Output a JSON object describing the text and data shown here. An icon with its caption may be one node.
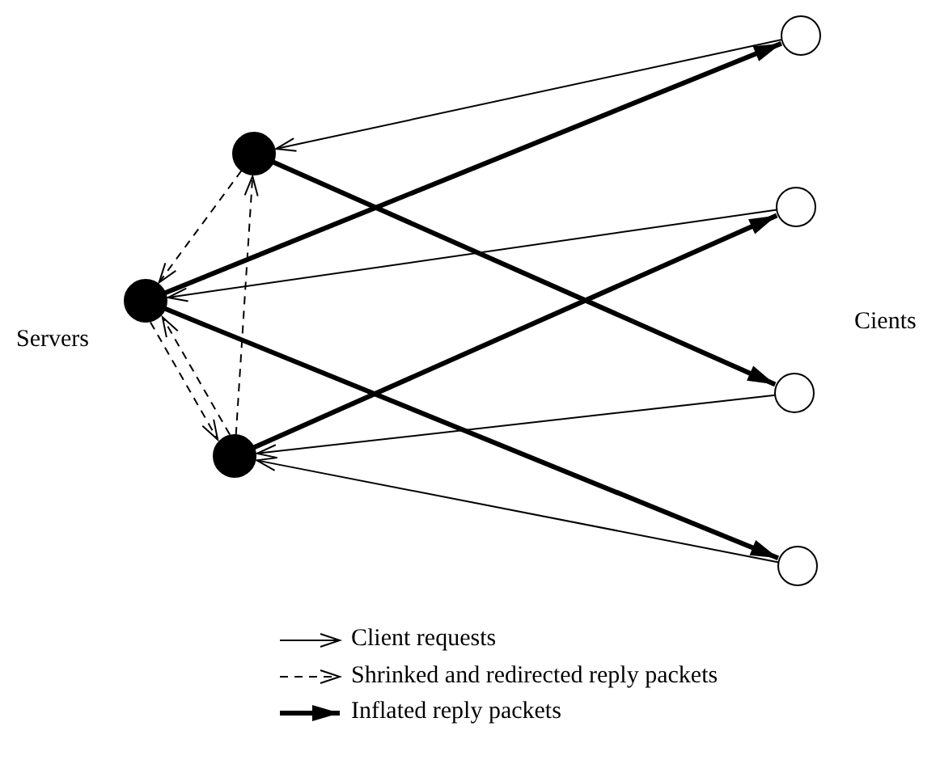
{
  "diagram": {
    "nodes": [
      {
        "text": [],
        "shape": "circle"
      },
      {
        "text": [],
        "shape": "circle"
      },
      {
        "text": [],
        "shape": "circle"
      },
      {
        "text": [],
        "shape": "circle"
      },
      {
        "text": [],
        "shape": "circle"
      },
      {
        "text": [],
        "shape": "circle"
      },
      {
        "text": [],
        "shape": "circle"
      }
    ],
    "edges": [
      {
        "from": 3,
        "to": 0,
        "arrow": "to"
      },
      {
        "from": 4,
        "to": 1,
        "arrow": "to"
      },
      {
        "from": 5,
        "to": 2,
        "arrow": "to"
      },
      {
        "from": 6,
        "to": 2,
        "arrow": "to"
      },
      {
        "from": 0,
        "to": 5,
        "arrow": "to",
        "style": "thick"
      },
      {
        "from": 1,
        "to": 3,
        "arrow": "to",
        "style": "thick"
      },
      {
        "from": 1,
        "to": 6,
        "arrow": "to",
        "style": "thick"
      },
      {
        "from": 2,
        "to": 4,
        "arrow": "to",
        "style": "thick"
      },
      {
        "from": 0,
        "to": 1,
        "arrow": "to",
        "style": "dashed"
      },
      {
        "from": 2,
        "to": 0,
        "arrow": "to",
        "style": "dashed"
      },
      {
        "from": 1,
        "to": 2,
        "arrow": "to",
        "style": "dashed"
      },
      {
        "from": 2,
        "to": 1,
        "arrow": "to",
        "style": "dashed"
      }
    ],
    "labels": [
      "Cients",
      "Servers"
    ],
    "legend": [
      {
        "text": "Client requests"
      },
      {
        "text": "Shrinked and redirected reply packets"
      },
      {
        "text": "Inflated reply packets"
      }
    ]
  }
}
